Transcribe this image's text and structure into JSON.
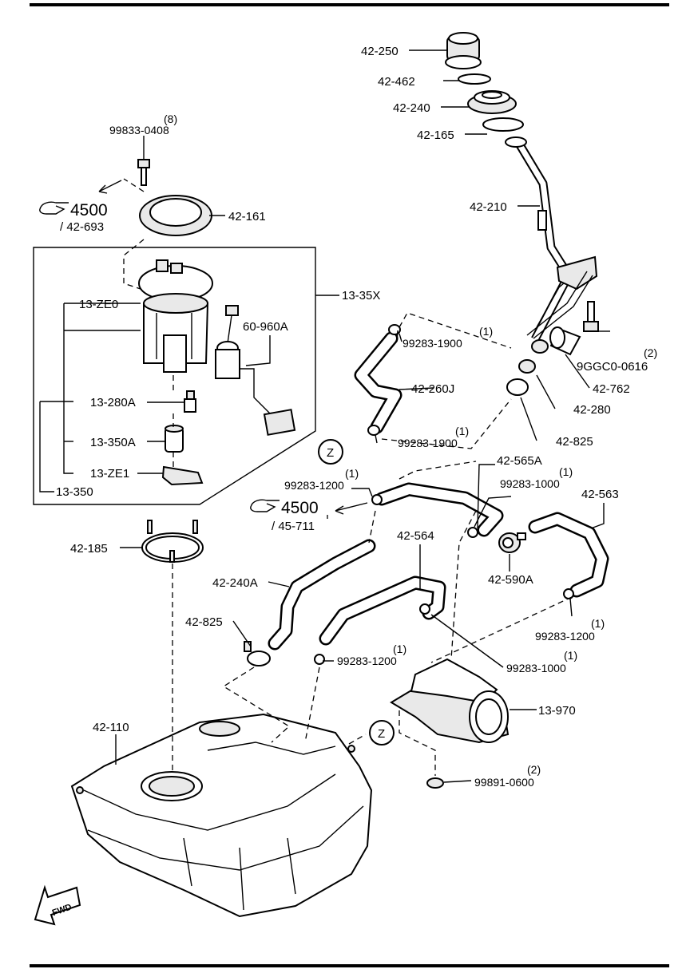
{
  "labels": {
    "p42_250": "42-250",
    "p42_462": "42-462",
    "p42_240": "42-240",
    "p42_165": "42-165",
    "p42_210": "42-210",
    "p42_161": "42-161",
    "p99833_qty": "(8)",
    "p99833": "99833-0408",
    "ref_a_num": "4500",
    "ref_a_sub": "/ 42-693",
    "p13_35x": "13-35X",
    "p13_ze0": "13-ZE0",
    "p60_960a": "60-960A",
    "p13_280a": "13-280A",
    "p13_350a": "13-350A",
    "p13_ze1": "13-ZE1",
    "p13_350": "13-350",
    "c1_qty": "(1)",
    "c1": "99283-1900",
    "p42_260j": "42-260J",
    "c2_qty": "(1)",
    "c2": "99283-1900",
    "bolt_qty": "(2)",
    "bolt": "9GGC0-0616",
    "p42_762": "42-762",
    "p42_280": "42-280",
    "p42_825a": "42-825",
    "p42_565a": "42-565A",
    "c3_qty": "(1)",
    "c3": "99283-1200",
    "c4_qty": "(1)",
    "c4": "99283-1000",
    "ref_b_num": "4500",
    "ref_b_sub": "/ 45-711",
    "p42_563": "42-563",
    "p42_185": "42-185",
    "p42_564": "42-564",
    "p42_590a": "42-590A",
    "p42_240a": "42-240A",
    "c5_qty": "(1)",
    "c5": "99283-1200",
    "p42_825b": "42-825",
    "c6_qty": "(1)",
    "c6": "99283-1200",
    "c7_qty": "(1)",
    "c7": "99283-1000",
    "p42_110": "42-110",
    "p13_970": "13-970",
    "nut_qty": "(2)",
    "nut": "99891-0600",
    "z_top": "Z",
    "z_bottom": "Z",
    "fwd": "FWD"
  },
  "icons": {
    "reference": "pointing-hand-icon",
    "forward": "forward-arrow-icon"
  }
}
